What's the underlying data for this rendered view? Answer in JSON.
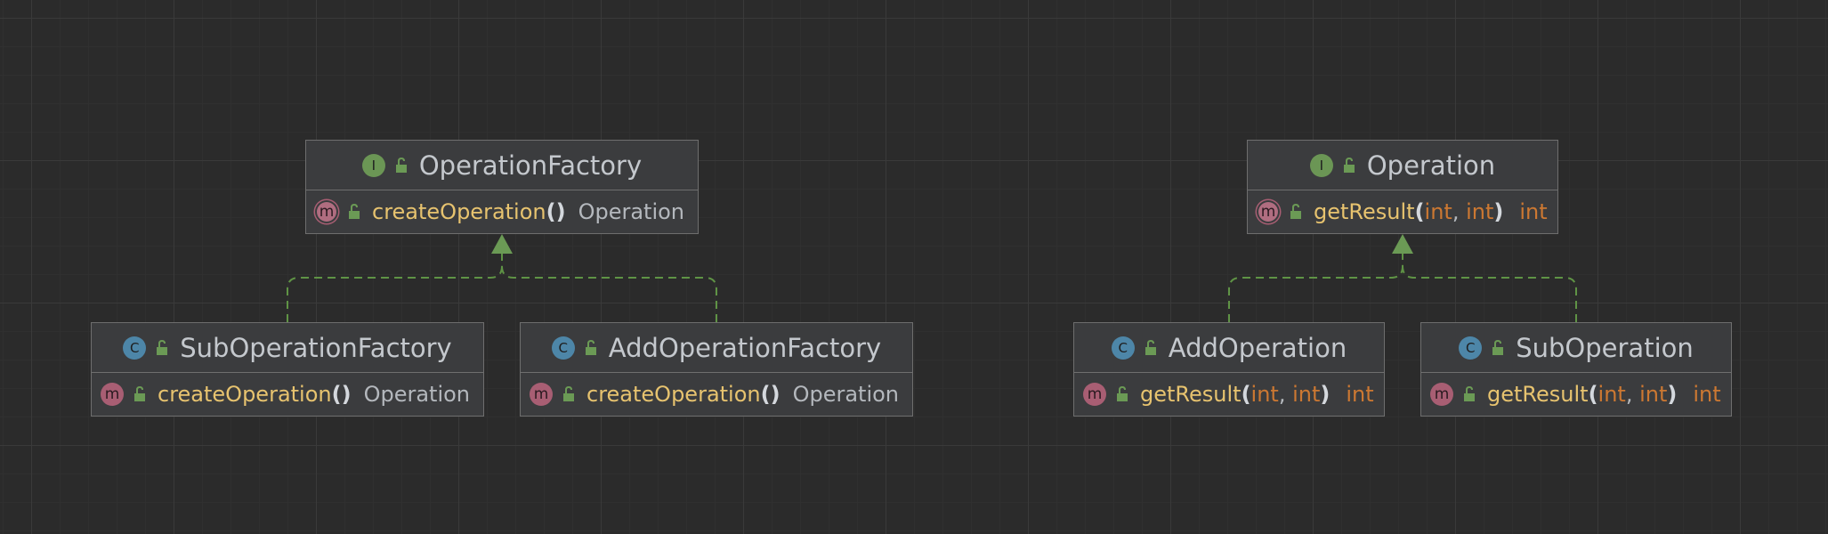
{
  "colors": {
    "background": "#2b2b2b",
    "node_fill": "#3b3c3e",
    "node_border": "#6e6e6e",
    "edge": "#5f9345",
    "method_name": "#e7c36f",
    "keyword": "#cc7832",
    "interface_badge": "#6b9655",
    "class_badge": "#4d86a8",
    "method_badge": "#a85e73"
  },
  "badges": {
    "interface": "I",
    "class": "C",
    "method": "m"
  },
  "nodes": {
    "operation_factory": {
      "kind": "interface",
      "name": "OperationFactory",
      "method": {
        "name": "createOperation",
        "open": "(",
        "params": [],
        "close": ")",
        "returns": "Operation"
      }
    },
    "sub_operation_factory": {
      "kind": "class",
      "name": "SubOperationFactory",
      "method": {
        "name": "createOperation",
        "open": "(",
        "params": [],
        "close": ")",
        "returns": "Operation"
      }
    },
    "add_operation_factory": {
      "kind": "class",
      "name": "AddOperationFactory",
      "method": {
        "name": "createOperation",
        "open": "(",
        "params": [],
        "close": ")",
        "returns": "Operation"
      }
    },
    "operation": {
      "kind": "interface",
      "name": "Operation",
      "method": {
        "name": "getResult",
        "open": "(",
        "params": [
          "int",
          "int"
        ],
        "close": ")",
        "returns": "int"
      }
    },
    "add_operation": {
      "kind": "class",
      "name": "AddOperation",
      "method": {
        "name": "getResult",
        "open": "(",
        "params": [
          "int",
          "int"
        ],
        "close": ")",
        "returns": "int"
      }
    },
    "sub_operation": {
      "kind": "class",
      "name": "SubOperation",
      "method": {
        "name": "getResult",
        "open": "(",
        "params": [
          "int",
          "int"
        ],
        "close": ")",
        "returns": "int"
      }
    }
  },
  "edges": [
    {
      "from": "sub_operation_factory",
      "to": "operation_factory",
      "type": "implements"
    },
    {
      "from": "add_operation_factory",
      "to": "operation_factory",
      "type": "implements"
    },
    {
      "from": "add_operation",
      "to": "operation",
      "type": "implements"
    },
    {
      "from": "sub_operation",
      "to": "operation",
      "type": "implements"
    }
  ]
}
